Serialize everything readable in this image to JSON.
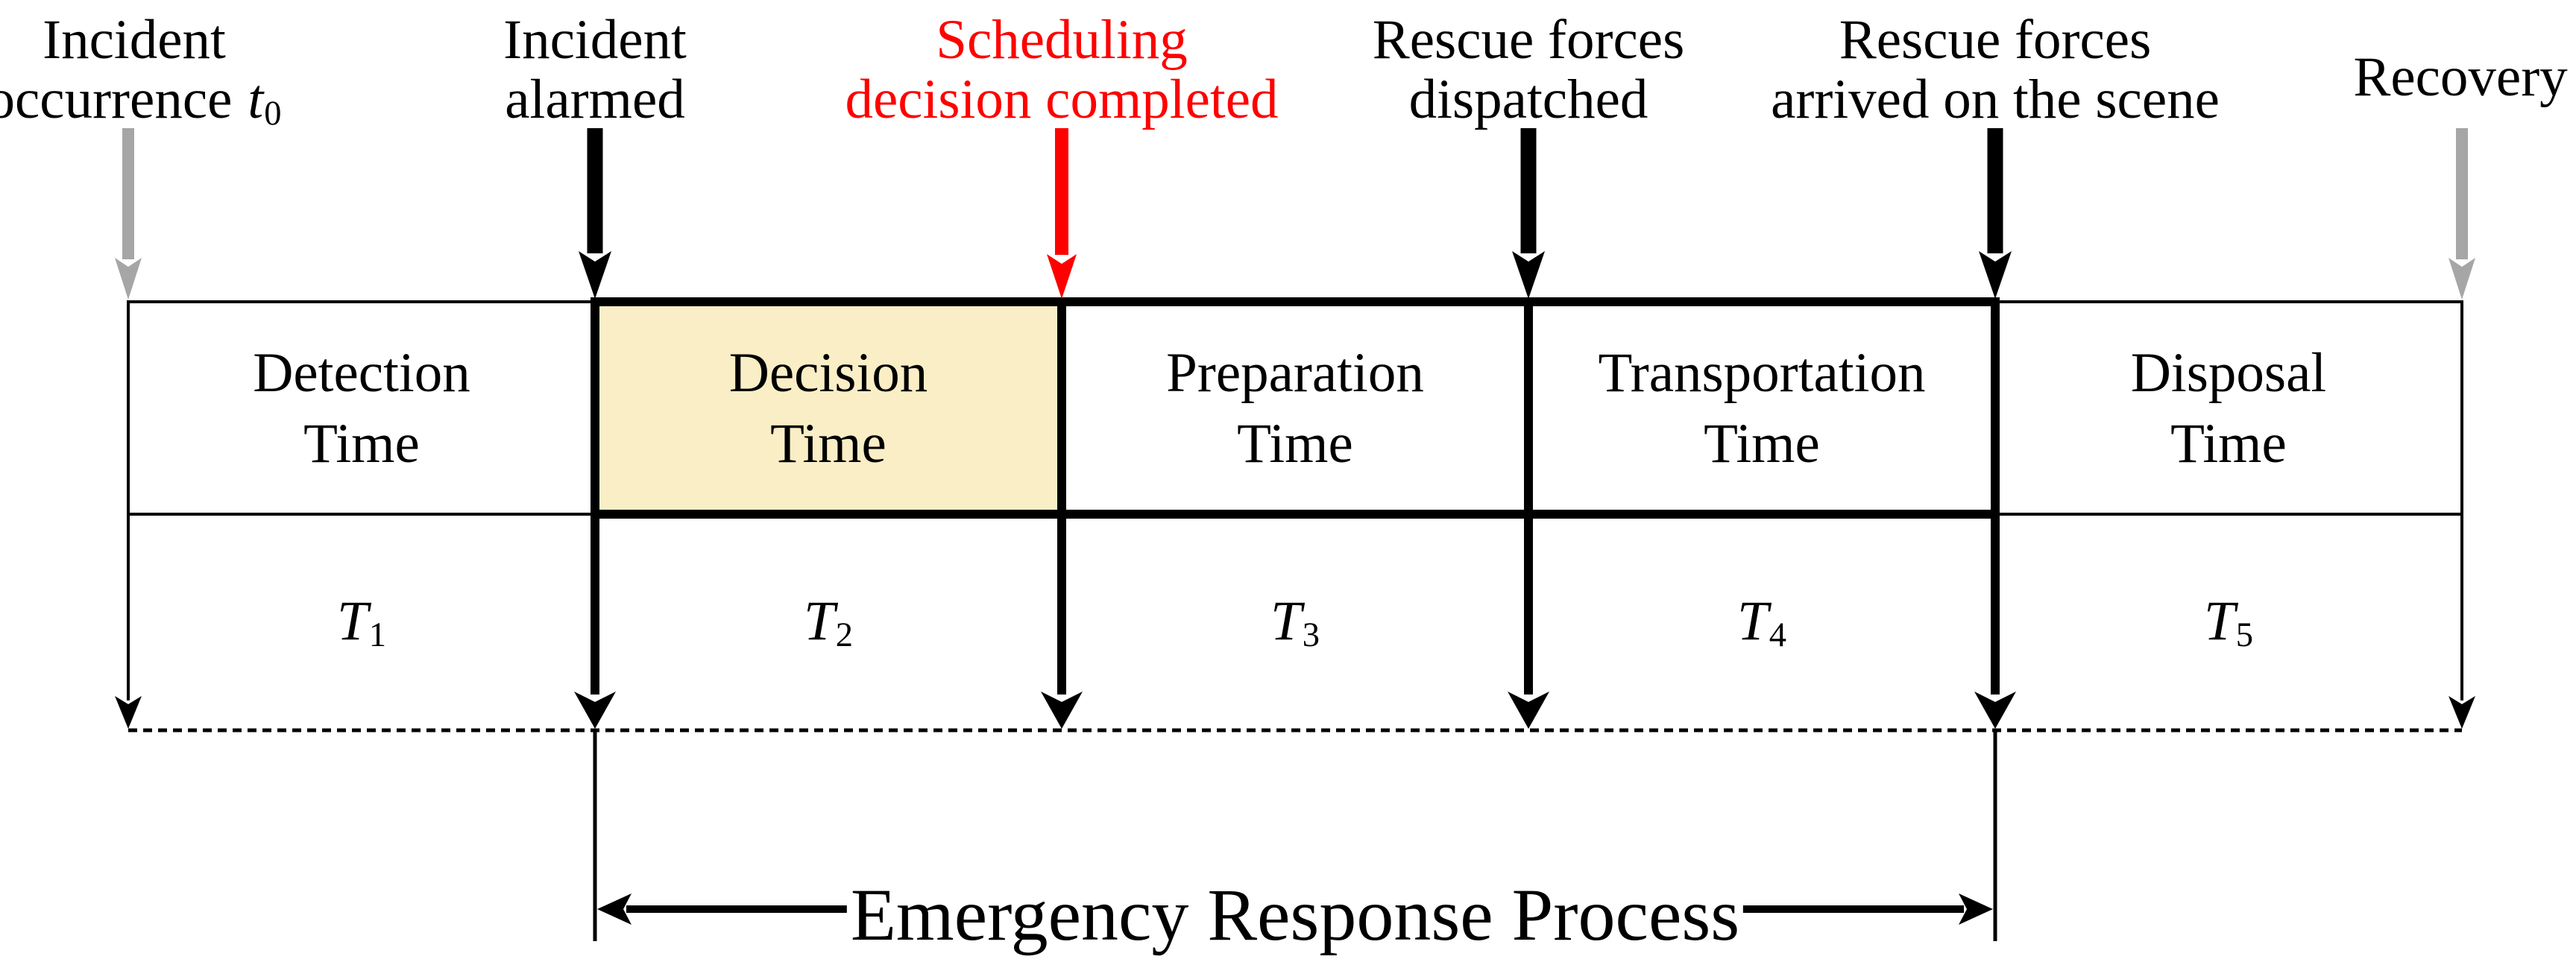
{
  "events": [
    {
      "name": "incident-occurrence",
      "line1": "Incident",
      "line2": "occurrence",
      "symbol": "t",
      "symbol_subscript": "0"
    },
    {
      "name": "incident-alarmed",
      "line1": "Incident",
      "line2": "alarmed"
    },
    {
      "name": "scheduling-decision-completed",
      "line1": "Scheduling",
      "line2": "decision completed"
    },
    {
      "name": "rescue-forces-dispatched",
      "line1": "Rescue forces",
      "line2": "dispatched"
    },
    {
      "name": "rescue-forces-arrived",
      "line1": "Rescue forces",
      "line2": "arrived on the scene"
    },
    {
      "name": "recovery",
      "line1": "Recovery"
    }
  ],
  "phases": [
    {
      "line1": "Detection",
      "line2": "Time",
      "duration_symbol": "T",
      "duration_subscript": "1",
      "highlighted": false
    },
    {
      "line1": "Decision",
      "line2": "Time",
      "duration_symbol": "T",
      "duration_subscript": "2",
      "highlighted": true
    },
    {
      "line1": "Preparation",
      "line2": "Time",
      "duration_symbol": "T",
      "duration_subscript": "3",
      "highlighted": false
    },
    {
      "line1": "Transportation",
      "line2": "Time",
      "duration_symbol": "T",
      "duration_subscript": "4",
      "highlighted": false
    },
    {
      "line1": "Disposal",
      "line2": "Time",
      "duration_symbol": "T",
      "duration_subscript": "5",
      "highlighted": false
    }
  ],
  "footer": {
    "label": "Emergency Response Process"
  },
  "colors": {
    "highlight_fill": "#FAEEC6",
    "emphasis": "#FF0000",
    "muted_arrow": "#A6A6A6",
    "line": "#000000"
  }
}
